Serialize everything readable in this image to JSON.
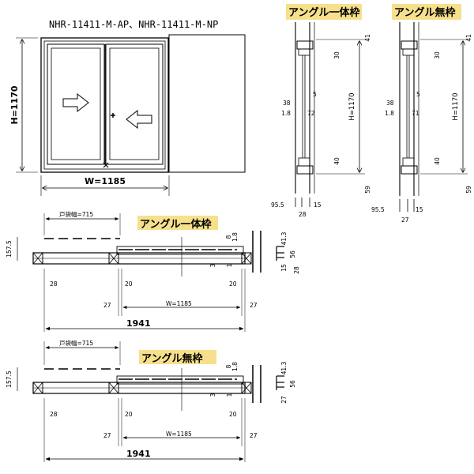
{
  "title": "NHR-11411-M-AP、NHR-11411-M-NP",
  "colors": {
    "highlight": "#f7e08c",
    "line": "#000000"
  },
  "elevation": {
    "height_label": "H=1170",
    "width_label": "W=1185",
    "arrow_left": "right-arrow-icon",
    "arrow_right": "left-arrow-icon"
  },
  "sections": {
    "angle_integrated": {
      "label": "アングル一体枠",
      "dims": {
        "top": "41",
        "top2": "30",
        "mid1": "5",
        "mid2": "38",
        "mid3": "1.8",
        "mid4": "72",
        "height": "H=1170",
        "bot1": "40",
        "bot2": "59",
        "w1": "95.5",
        "w2": "28",
        "w3": "15"
      }
    },
    "angle_none": {
      "label": "アングル無枠",
      "dims": {
        "top": "41",
        "top2": "30",
        "mid1": "5",
        "mid2": "38",
        "mid3": "1.8",
        "mid4": "71",
        "height": "H=1170",
        "bot1": "40",
        "bot2": "59",
        "w1": "95.5",
        "w2": "27",
        "w3": "15"
      }
    }
  },
  "plan_views": [
    {
      "label": "アングル一体枠",
      "pocket": "戸袋幅=715",
      "left_h": "157.5",
      "d_18": "1.8",
      "d_8": "8",
      "d_3": "3",
      "d_1": "1",
      "d_28": "28",
      "d_20a": "20",
      "d_20b": "20",
      "d_27a": "27",
      "d_27b": "27",
      "w": "W=1185",
      "total": "1941",
      "right_413": "41.3",
      "right_56": "56",
      "right_15": "15",
      "right_28": "28"
    },
    {
      "label": "アングル無枠",
      "pocket": "戸袋幅=715",
      "left_h": "157.5",
      "d_18": "1.8",
      "d_8": "8",
      "d_3": "3",
      "d_1": "1",
      "d_28": "28",
      "d_20a": "20",
      "d_20b": "20",
      "d_27a": "27",
      "d_27b": "27",
      "w": "W=1185",
      "total": "1941",
      "right_413": "41.3",
      "right_56": "56",
      "right_15": "",
      "right_28": "27"
    }
  ]
}
